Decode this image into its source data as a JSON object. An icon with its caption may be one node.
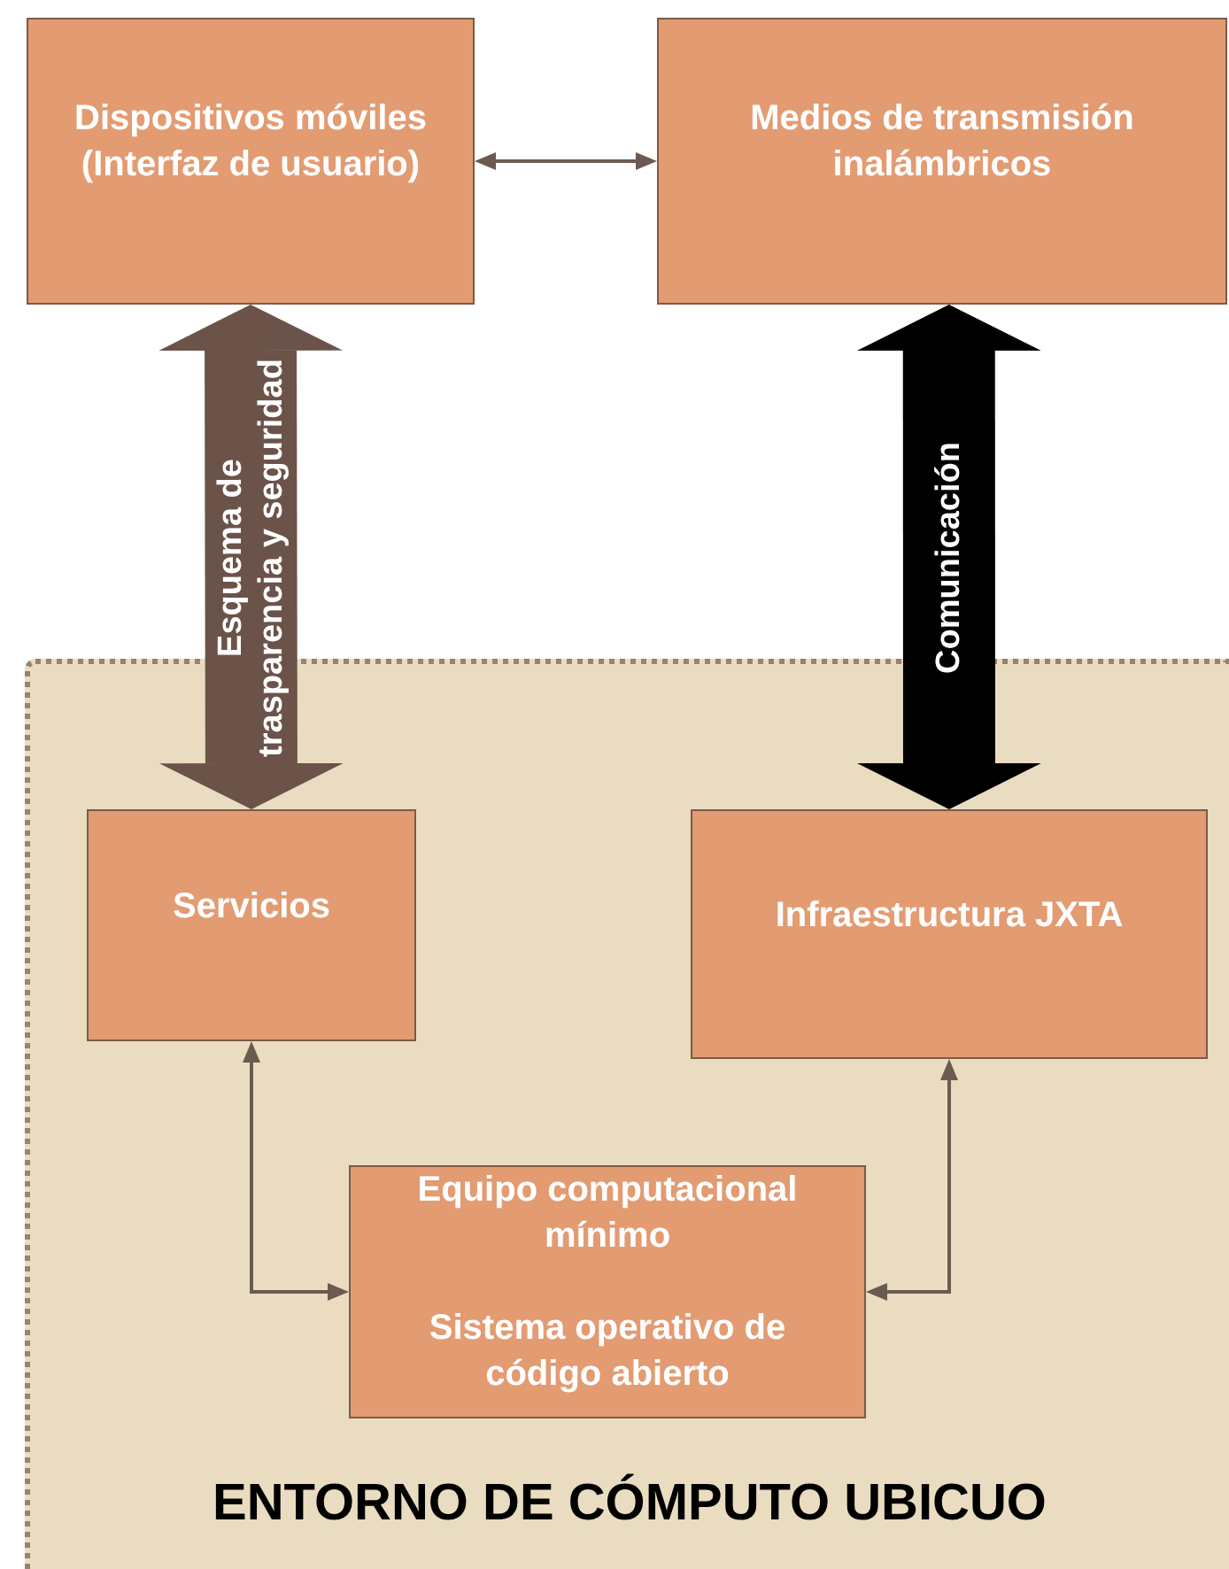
{
  "diagram": {
    "nodes": [
      {
        "text": [
          "Dispositivos móviles (Interfaz de usuario)"
        ]
      },
      {
        "text": [
          "Medios de transmisión inalámbricos"
        ]
      },
      {
        "text": [
          "ENTORNO DE CÓMPUTO UBICUO"
        ]
      },
      {
        "text": [
          "Servicios"
        ],
        "in": 2
      },
      {
        "text": [
          "Infraestructura JXTA"
        ],
        "in": 2
      },
      {
        "text": [
          "Equipo computacional mínimo",
          "Sistema operativo de código abierto"
        ],
        "in": 2
      }
    ],
    "edges": [
      {
        "from": 0,
        "to": 1,
        "arrow": "both"
      },
      {
        "from": 0,
        "to": 3,
        "arrow": "both",
        "label": "Esquema de trasparencia y seguridad",
        "style": "thick",
        "color": "#6b5349"
      },
      {
        "from": 1,
        "to": 4,
        "arrow": "both",
        "label": "Comunicación",
        "style": "thick",
        "color": "#000000"
      },
      {
        "from": 3,
        "to": 5,
        "arrow": "both"
      },
      {
        "from": 4,
        "to": 5,
        "arrow": "both"
      }
    ]
  }
}
